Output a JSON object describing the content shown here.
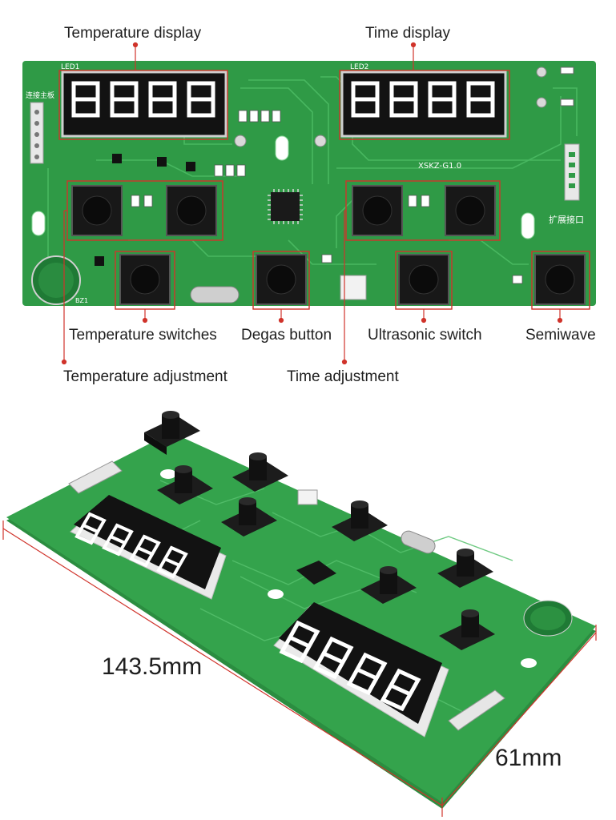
{
  "callouts": {
    "temperature_display": "Temperature display",
    "time_display": "Time display",
    "temperature_switches": "Temperature switches",
    "degas_button": "Degas button",
    "ultrasonic_switch": "Ultrasonic switch",
    "semiwave": "Semiwave",
    "temperature_adjustment": "Temperature adjustment",
    "time_adjustment": "Time adjustment"
  },
  "board_silkscreen": {
    "led1": "LED1",
    "led2": "LED2",
    "model": "XSKZ-G1.0",
    "main_board_connector": "连接主板",
    "expansion_port": "扩展接口",
    "buzzer": "BZ1"
  },
  "dimensions": {
    "length": "143.5mm",
    "width": "61mm"
  },
  "colors": {
    "pcb_green": "#2f9a46",
    "pcb_trace": "#45b45e",
    "callout_red": "#d0332b",
    "display_black": "#121212"
  }
}
